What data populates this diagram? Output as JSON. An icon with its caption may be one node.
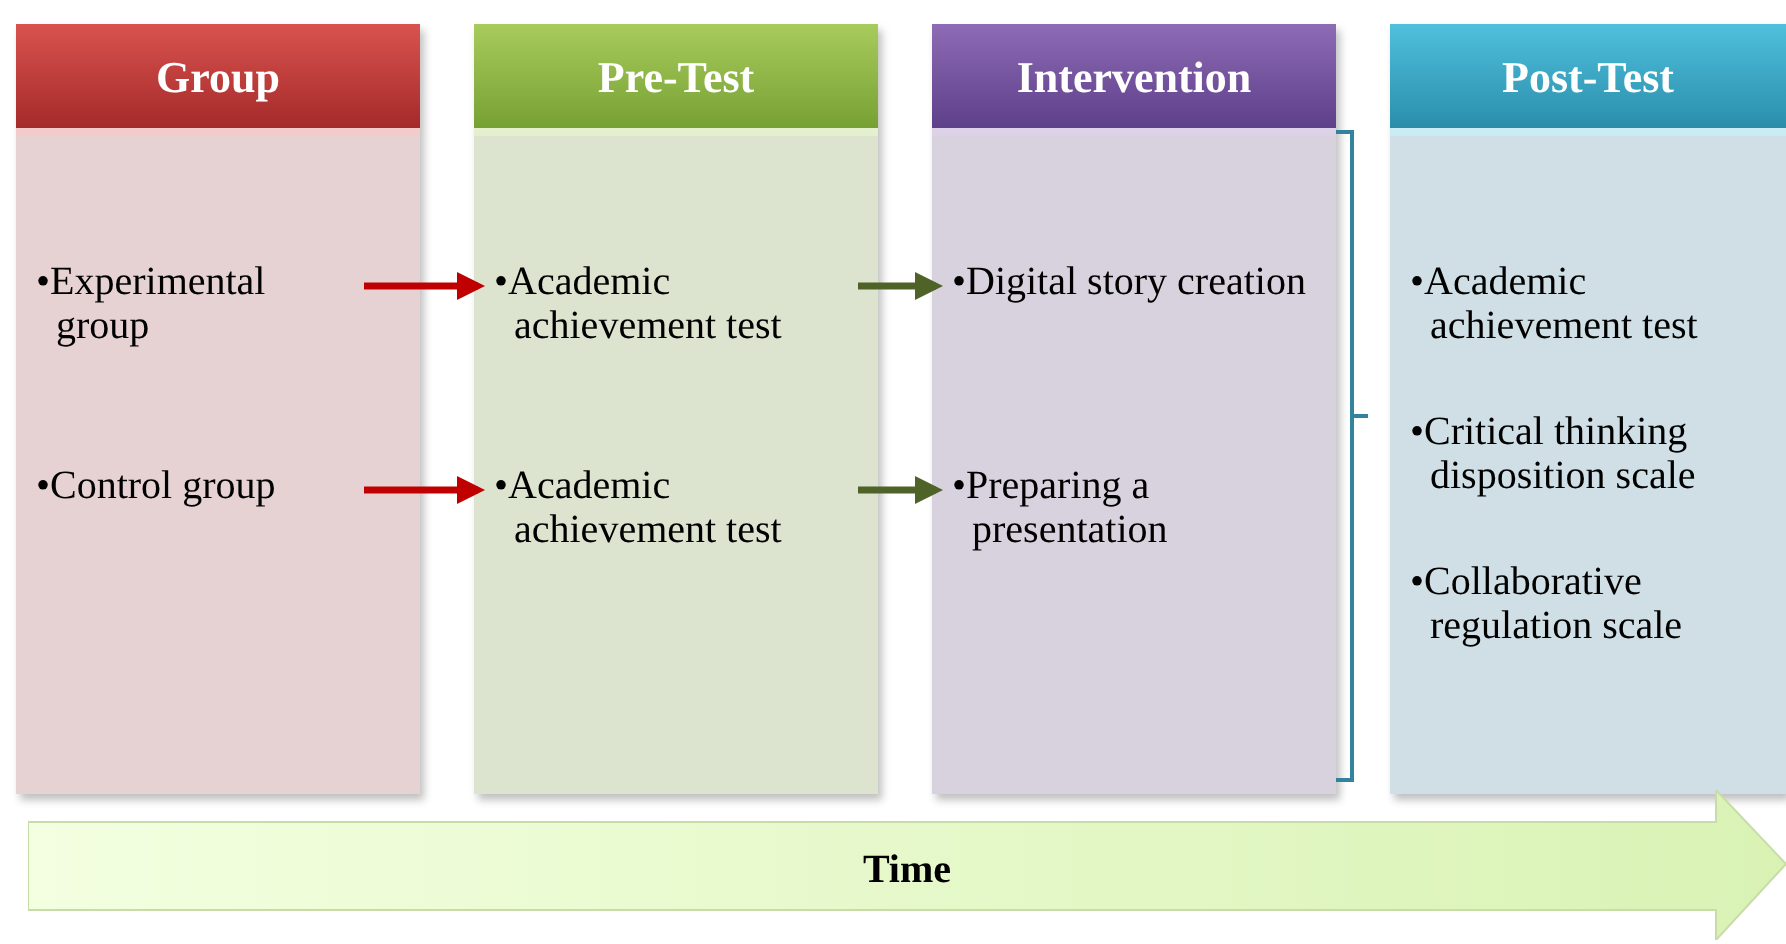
{
  "diagram": {
    "nodes": [
      {
        "text": [
          "Group"
        ]
      },
      {
        "text": [
          "•Experimental group"
        ],
        "in": 0
      },
      {
        "text": [
          "•Control group"
        ],
        "in": 0
      },
      {
        "text": [
          "Pre-Test"
        ]
      },
      {
        "text": [
          "•Academic achievement test"
        ],
        "in": 3
      },
      {
        "text": [
          "•Academic achievement test"
        ],
        "in": 3
      },
      {
        "text": [
          "Intervention"
        ]
      },
      {
        "text": [
          "•Digital story creation"
        ],
        "in": 6
      },
      {
        "text": [
          "•Preparing a presentation"
        ],
        "in": 6
      },
      {
        "text": [
          "Post-Test"
        ]
      },
      {
        "text": [
          "•Academic achievement test"
        ],
        "in": 9
      },
      {
        "text": [
          "•Critical thinking disposition scale"
        ],
        "in": 9
      },
      {
        "text": [
          "•Collaborative regulation scale"
        ],
        "in": 9
      },
      {
        "text": [
          "Time"
        ]
      }
    ],
    "edges": [
      {
        "from": 1,
        "to": 4,
        "arrow": "to",
        "color": "#c00000"
      },
      {
        "from": 2,
        "to": 5,
        "arrow": "to",
        "color": "#c00000"
      },
      {
        "from": 4,
        "to": 7,
        "arrow": "to",
        "color": "#4f6228"
      },
      {
        "from": 5,
        "to": 8,
        "arrow": "to",
        "color": "#4f6228"
      }
    ]
  }
}
